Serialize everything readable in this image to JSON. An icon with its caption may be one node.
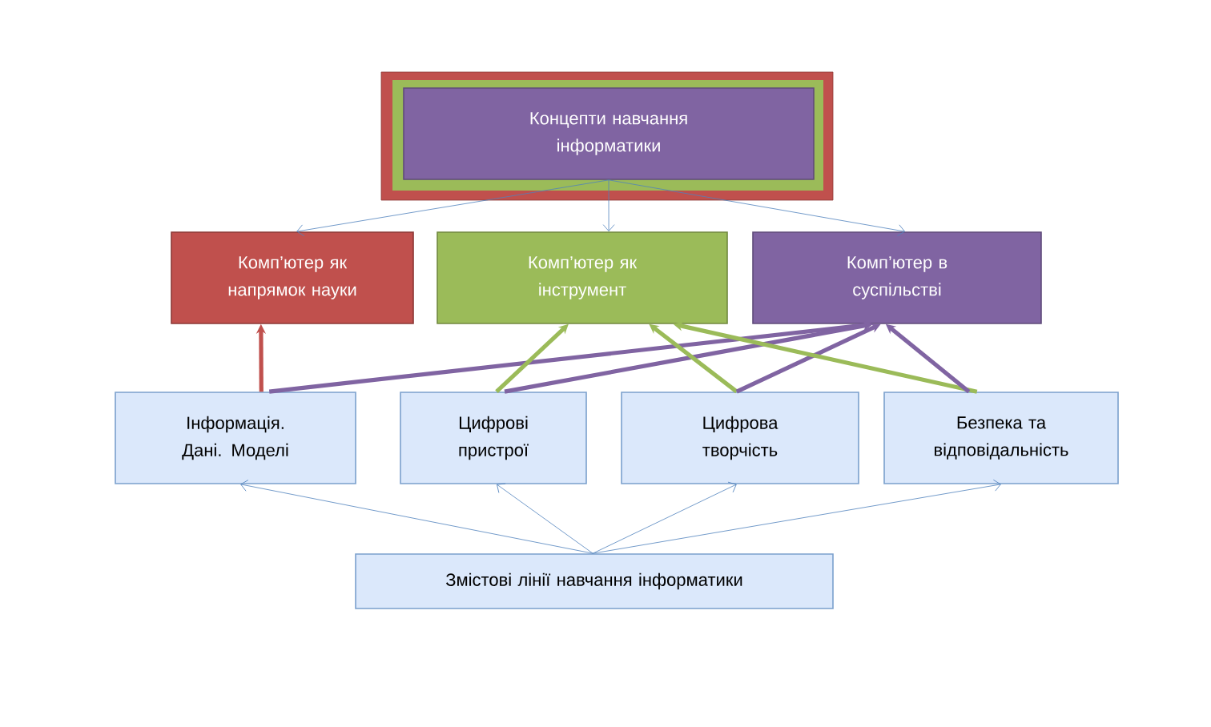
{
  "diagram": {
    "nodes": [
      {
        "text": [
          "Концепти навчання інформатики"
        ]
      },
      {
        "text": [
          "Комп’ютер як напрямок науки"
        ]
      },
      {
        "text": [
          "Комп’ютер як інструмент"
        ]
      },
      {
        "text": [
          "Комп’ютер в суспільстві"
        ]
      },
      {
        "text": [
          "Інформація. Дані. Моделі"
        ]
      },
      {
        "text": [
          "Цифрові пристрої"
        ]
      },
      {
        "text": [
          "Цифрова творчість"
        ]
      },
      {
        "text": [
          "Безпека та відповідальність"
        ]
      },
      {
        "text": [
          "Змістові лінії навчання інформатики"
        ]
      }
    ],
    "edges": [
      {
        "from": 0,
        "to": 1,
        "arrow": "to"
      },
      {
        "from": 0,
        "to": 2,
        "arrow": "to"
      },
      {
        "from": 0,
        "to": 3,
        "arrow": "to"
      },
      {
        "from": 8,
        "to": 4,
        "arrow": "to"
      },
      {
        "from": 8,
        "to": 5,
        "arrow": "to"
      },
      {
        "from": 8,
        "to": 6,
        "arrow": "to"
      },
      {
        "from": 8,
        "to": 7,
        "arrow": "to"
      },
      {
        "from": 4,
        "to": 1,
        "arrow": "to",
        "color": "#c0504d"
      },
      {
        "from": 4,
        "to": 3,
        "arrow": "to",
        "color": "#8064a2"
      },
      {
        "from": 5,
        "to": 2,
        "arrow": "to",
        "color": "#9bbb59"
      },
      {
        "from": 5,
        "to": 3,
        "arrow": "to",
        "color": "#8064a2"
      },
      {
        "from": 6,
        "to": 2,
        "arrow": "to",
        "color": "#9bbb59"
      },
      {
        "from": 6,
        "to": 3,
        "arrow": "to",
        "color": "#8064a2"
      },
      {
        "from": 7,
        "to": 2,
        "arrow": "to",
        "color": "#9bbb59"
      },
      {
        "from": 7,
        "to": 3,
        "arrow": "to",
        "color": "#8064a2"
      }
    ]
  }
}
